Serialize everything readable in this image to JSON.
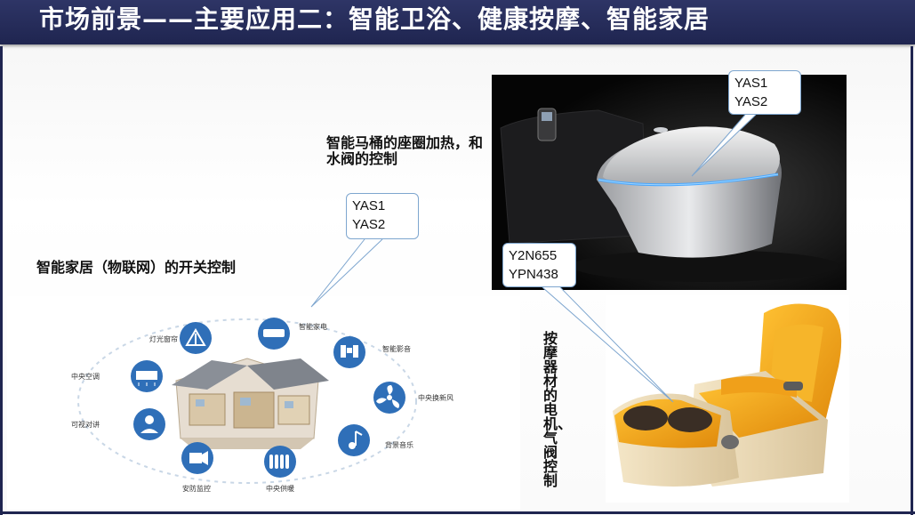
{
  "slide": {
    "title": "市场前景——主要应用二：智能卫浴、健康按摩、智能家居"
  },
  "labels": {
    "toilet": "智能马桶的座圈加热，和水阀的控制",
    "home": "智能家居（物联网）的开关控制",
    "massage": "按摩器材的电机、气阀控制"
  },
  "callouts": {
    "toilet": [
      "YAS1",
      "YAS2"
    ],
    "home": [
      "YAS1",
      "YAS2"
    ],
    "massage": [
      "Y2N655",
      "YPN438"
    ]
  },
  "smart_home_diagram": {
    "nodes": [
      "灯光窗帘",
      "智能家电",
      "智能影音",
      "中央空调",
      "中央换新风",
      "可视对讲",
      "背景音乐",
      "安防监控",
      "中央供暖"
    ]
  },
  "colors": {
    "title_bar": "#1f2550",
    "icon_blue": "#2f6fb8",
    "callout_border": "#7ea6cf",
    "chair_orange": "#f2a51c"
  },
  "icons": {
    "lighting": "lamp-curtain-icon",
    "appliance": "air-conditioner-unit-icon",
    "av": "speaker-system-icon",
    "ac": "ceiling-ac-icon",
    "fresh_air": "fan-icon",
    "intercom": "intercom-person-icon",
    "music": "music-note-icon",
    "security": "security-camera-icon",
    "heating": "radiator-icon"
  }
}
